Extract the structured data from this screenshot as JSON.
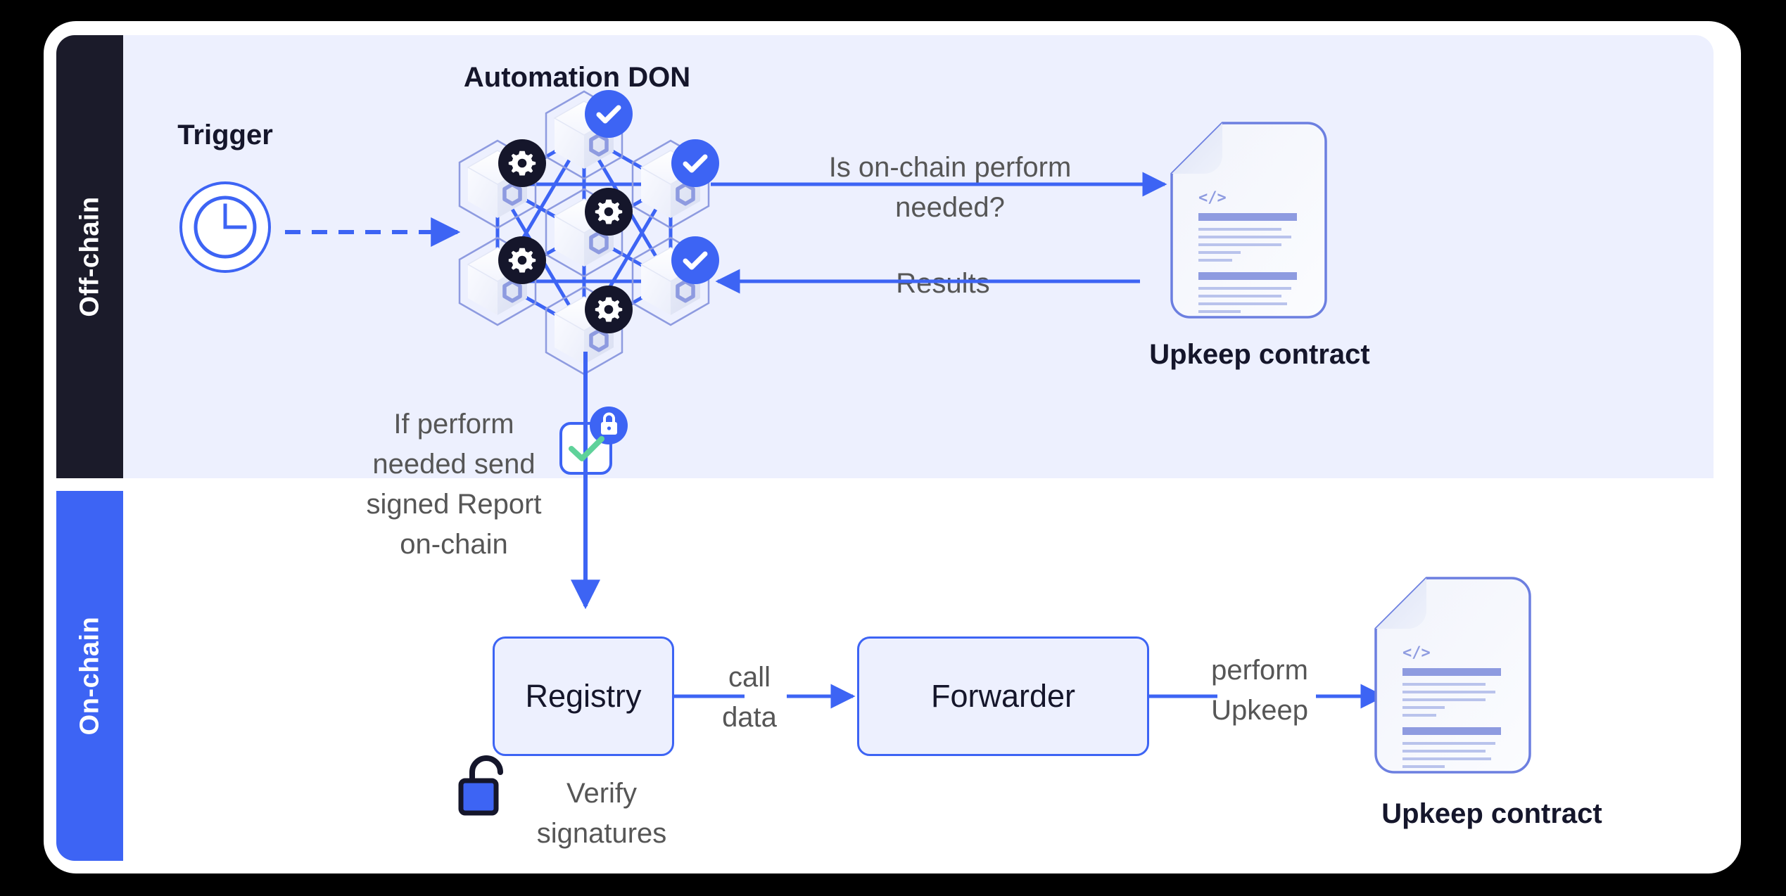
{
  "diagram": {
    "title": "Chainlink Automation architecture",
    "colors": {
      "accent_blue": "#3D64F4",
      "panel_lavender": "#EDF0FE",
      "rail_dark": "#1B1B2A",
      "text_gray": "#565656",
      "text_dark": "#15162B",
      "check_green": "#5FD29A",
      "node_badge_dark": "#15162B",
      "doc_line": "#8E9BE0"
    }
  },
  "rails": {
    "offchain_label": "Off-chain",
    "onchain_label": "On-chain"
  },
  "offchain": {
    "trigger_label": "Trigger",
    "trigger_icon": "clock-icon",
    "don_title": "Automation DON",
    "don_nodes": [
      {
        "id": "node-top",
        "badge": "check-icon"
      },
      {
        "id": "node-upper-left",
        "badge": "gear-icon"
      },
      {
        "id": "node-upper-right",
        "badge": "check-icon"
      },
      {
        "id": "node-center",
        "badge": "gear-icon"
      },
      {
        "id": "node-lower-left",
        "badge": "gear-icon"
      },
      {
        "id": "node-lower-right",
        "badge": "check-icon"
      },
      {
        "id": "node-bottom",
        "badge": "gear-icon"
      }
    ],
    "query_label": "Is on-chain perform\nneeded?",
    "results_label": "Results",
    "upkeep_contract_label": "Upkeep contract",
    "upkeep_contract_icon": "code-document-icon",
    "report_label": "If perform\nneeded send\nsigned Report\non-chain",
    "signed_report_icon": "green-check-icon",
    "signed_report_lock_icon": "closed-padlock-icon"
  },
  "onchain": {
    "registry_label": "Registry",
    "verify_label": "Verify\nsignatures",
    "verify_icon": "open-padlock-icon",
    "calldata_label": "call\ndata",
    "forwarder_label": "Forwarder",
    "perform_upkeep_label": "perform\nUpkeep",
    "upkeep_contract_label": "Upkeep contract",
    "upkeep_contract_icon": "code-document-icon"
  }
}
